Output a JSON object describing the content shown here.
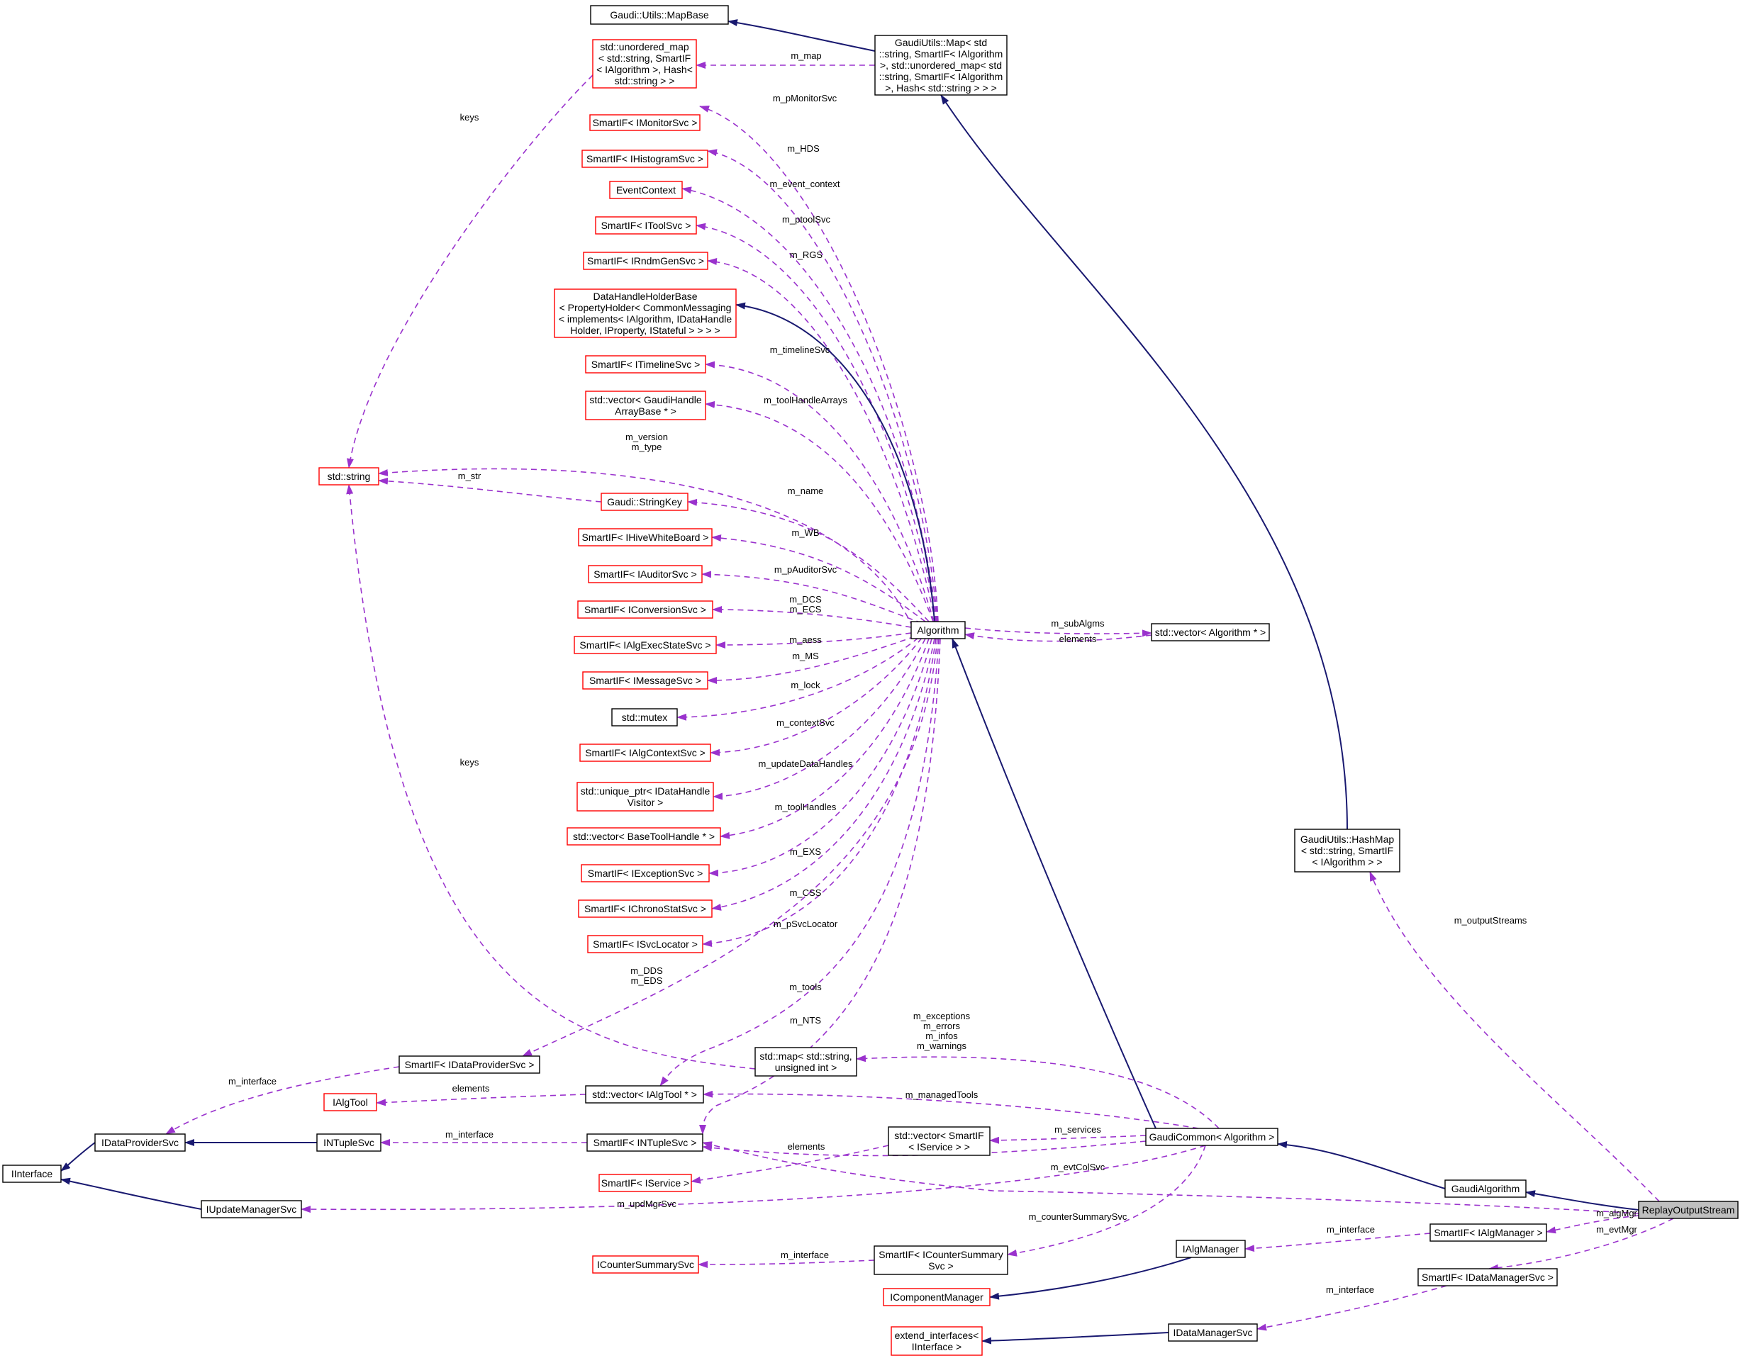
{
  "diagram": {
    "colors": {
      "complete_border": "#000000",
      "incomplete_border": "#ff0000",
      "inheritance_edge": "#191970",
      "usage_edge": "#9a32cd",
      "highlight_fill": "#bfbfbf",
      "text": "#000000"
    },
    "nodes": [
      {
        "id": "maputils",
        "lines": [
          "Gaudi::Utils::MapBase"
        ],
        "kind": "complete"
      },
      {
        "id": "gmap",
        "lines": [
          "GaudiUtils::Map< std",
          "::string, SmartIF< IAlgorithm",
          ">, std::unordered_map< std",
          "::string, SmartIF< IAlgorithm",
          ">, Hash< std::string > > >"
        ],
        "kind": "complete"
      },
      {
        "id": "umap",
        "lines": [
          "std::unordered_map",
          "< std::string, SmartIF",
          "< IAlgorithm >, Hash<",
          "std::string > >"
        ],
        "kind": "incomplete"
      },
      {
        "id": "monsvc",
        "lines": [
          "SmartIF< IMonitorSvc >"
        ],
        "kind": "incomplete"
      },
      {
        "id": "histsvc",
        "lines": [
          "SmartIF< IHistogramSvc >"
        ],
        "kind": "incomplete"
      },
      {
        "id": "evctx",
        "lines": [
          "EventContext"
        ],
        "kind": "incomplete"
      },
      {
        "id": "toolsvc",
        "lines": [
          "SmartIF< IToolSvc >"
        ],
        "kind": "incomplete"
      },
      {
        "id": "rndm",
        "lines": [
          "SmartIF< IRndmGenSvc >"
        ],
        "kind": "incomplete"
      },
      {
        "id": "dhhb",
        "lines": [
          "DataHandleHolderBase",
          "< PropertyHolder< CommonMessaging",
          "< implements< IAlgorithm, IDataHandle",
          "Holder, IProperty, IStateful > > > >"
        ],
        "kind": "incomplete"
      },
      {
        "id": "timeline",
        "lines": [
          "SmartIF< ITimelineSvc >"
        ],
        "kind": "incomplete"
      },
      {
        "id": "ghab",
        "lines": [
          "std::vector< GaudiHandle",
          "ArrayBase * >"
        ],
        "kind": "incomplete"
      },
      {
        "id": "stdstring",
        "lines": [
          "std::string"
        ],
        "kind": "incomplete"
      },
      {
        "id": "strkey",
        "lines": [
          "Gaudi::StringKey"
        ],
        "kind": "incomplete"
      },
      {
        "id": "hivewb",
        "lines": [
          "SmartIF< IHiveWhiteBoard >"
        ],
        "kind": "incomplete"
      },
      {
        "id": "auditor",
        "lines": [
          "SmartIF< IAuditorSvc >"
        ],
        "kind": "incomplete"
      },
      {
        "id": "convsvc",
        "lines": [
          "SmartIF< IConversionSvc >"
        ],
        "kind": "incomplete"
      },
      {
        "id": "execstate",
        "lines": [
          "SmartIF< IAlgExecStateSvc >"
        ],
        "kind": "incomplete"
      },
      {
        "id": "msgsvc",
        "lines": [
          "SmartIF< IMessageSvc >"
        ],
        "kind": "incomplete"
      },
      {
        "id": "mutex",
        "lines": [
          "std::mutex"
        ],
        "kind": "complete"
      },
      {
        "id": "algctx",
        "lines": [
          "SmartIF< IAlgContextSvc >"
        ],
        "kind": "incomplete"
      },
      {
        "id": "uptr",
        "lines": [
          "std::unique_ptr< IDataHandle",
          "Visitor >"
        ],
        "kind": "incomplete"
      },
      {
        "id": "btool",
        "lines": [
          "std::vector< BaseToolHandle * >"
        ],
        "kind": "incomplete"
      },
      {
        "id": "excsvc",
        "lines": [
          "SmartIF< IExceptionSvc >"
        ],
        "kind": "incomplete"
      },
      {
        "id": "chrono",
        "lines": [
          "SmartIF< IChronoStatSvc >"
        ],
        "kind": "incomplete"
      },
      {
        "id": "svcloc",
        "lines": [
          "SmartIF< ISvcLocator >"
        ],
        "kind": "incomplete"
      },
      {
        "id": "algorithm",
        "lines": [
          "Algorithm"
        ],
        "kind": "complete"
      },
      {
        "id": "vecalg",
        "lines": [
          "std::vector< Algorithm * >"
        ],
        "kind": "complete"
      },
      {
        "id": "hashmap",
        "lines": [
          "GaudiUtils::HashMap",
          "< std::string, SmartIF",
          "< IAlgorithm > >"
        ],
        "kind": "complete"
      },
      {
        "id": "sfdp",
        "lines": [
          "SmartIF< IDataProviderSvc >"
        ],
        "kind": "complete"
      },
      {
        "id": "mapsu",
        "lines": [
          "std::map< std::string,",
          "unsigned int >"
        ],
        "kind": "complete"
      },
      {
        "id": "ialgtool",
        "lines": [
          "IAlgTool"
        ],
        "kind": "incomplete"
      },
      {
        "id": "vecialg",
        "lines": [
          "std::vector< IAlgTool * >"
        ],
        "kind": "complete"
      },
      {
        "id": "idps",
        "lines": [
          "IDataProviderSvc"
        ],
        "kind": "complete"
      },
      {
        "id": "intupsvc",
        "lines": [
          "INTupleSvc"
        ],
        "kind": "complete"
      },
      {
        "id": "sfnt",
        "lines": [
          "SmartIF< INTupleSvc >"
        ],
        "kind": "complete"
      },
      {
        "id": "vecsvc",
        "lines": [
          "std::vector< SmartIF",
          "< IService > >"
        ],
        "kind": "complete"
      },
      {
        "id": "gcommon",
        "lines": [
          "GaudiCommon< Algorithm >"
        ],
        "kind": "complete"
      },
      {
        "id": "iinterface",
        "lines": [
          "IInterface"
        ],
        "kind": "complete"
      },
      {
        "id": "sfiservice",
        "lines": [
          "SmartIF< IService >"
        ],
        "kind": "incomplete"
      },
      {
        "id": "gaudialg",
        "lines": [
          "GaudiAlgorithm"
        ],
        "kind": "complete"
      },
      {
        "id": "replay",
        "lines": [
          "ReplayOutputStream"
        ],
        "kind": "highlight"
      },
      {
        "id": "iupdmgr",
        "lines": [
          "IUpdateManagerSvc"
        ],
        "kind": "complete"
      },
      {
        "id": "sfalgmgr",
        "lines": [
          "SmartIF< IAlgManager >"
        ],
        "kind": "complete"
      },
      {
        "id": "ialgmgr",
        "lines": [
          "IAlgManager"
        ],
        "kind": "complete"
      },
      {
        "id": "icounter",
        "lines": [
          "ICounterSummarySvc"
        ],
        "kind": "incomplete"
      },
      {
        "id": "sfcounter",
        "lines": [
          "SmartIF< ICounterSummary",
          "Svc >"
        ],
        "kind": "complete"
      },
      {
        "id": "sfdms",
        "lines": [
          "SmartIF< IDataManagerSvc >"
        ],
        "kind": "complete"
      },
      {
        "id": "icompmgr",
        "lines": [
          "IComponentManager"
        ],
        "kind": "incomplete"
      },
      {
        "id": "extif",
        "lines": [
          "extend_interfaces<",
          "IInterface >"
        ],
        "kind": "incomplete"
      },
      {
        "id": "idms",
        "lines": [
          "IDataManagerSvc"
        ],
        "kind": "complete"
      }
    ],
    "edge_labels": [
      {
        "id": "lbl-m-map",
        "lines": [
          "m_map"
        ]
      },
      {
        "id": "lbl-keys-1",
        "lines": [
          "keys"
        ]
      },
      {
        "id": "lbl-monitor",
        "lines": [
          "m_pMonitorSvc"
        ]
      },
      {
        "id": "lbl-hds",
        "lines": [
          "m_HDS"
        ]
      },
      {
        "id": "lbl-evctx",
        "lines": [
          "m_event_context"
        ]
      },
      {
        "id": "lbl-ptool",
        "lines": [
          "m_ptoolSvc"
        ]
      },
      {
        "id": "lbl-rgs",
        "lines": [
          "m_RGS"
        ]
      },
      {
        "id": "lbl-timeline",
        "lines": [
          "m_timelineSvc"
        ]
      },
      {
        "id": "lbl-toolarr",
        "lines": [
          "m_toolHandleArrays"
        ]
      },
      {
        "id": "lbl-version",
        "lines": [
          "m_version",
          "m_type"
        ]
      },
      {
        "id": "lbl-str",
        "lines": [
          "m_str"
        ]
      },
      {
        "id": "lbl-name",
        "lines": [
          "m_name"
        ]
      },
      {
        "id": "lbl-wb",
        "lines": [
          "m_WB"
        ]
      },
      {
        "id": "lbl-auditor",
        "lines": [
          "m_pAuditorSvc"
        ]
      },
      {
        "id": "lbl-dcs",
        "lines": [
          "m_DCS",
          "m_ECS"
        ]
      },
      {
        "id": "lbl-subalg",
        "lines": [
          "m_subAlgms"
        ]
      },
      {
        "id": "lbl-elements-1",
        "lines": [
          "elements"
        ]
      },
      {
        "id": "lbl-aess",
        "lines": [
          "m_aess"
        ]
      },
      {
        "id": "lbl-ms",
        "lines": [
          "m_MS"
        ]
      },
      {
        "id": "lbl-lock",
        "lines": [
          "m_lock"
        ]
      },
      {
        "id": "lbl-ctxsvc",
        "lines": [
          "m_contextSvc"
        ]
      },
      {
        "id": "lbl-keys-2",
        "lines": [
          "keys"
        ]
      },
      {
        "id": "lbl-upd",
        "lines": [
          "m_updateDataHandles"
        ]
      },
      {
        "id": "lbl-toolh",
        "lines": [
          "m_toolHandles"
        ]
      },
      {
        "id": "lbl-exs",
        "lines": [
          "m_EXS"
        ]
      },
      {
        "id": "lbl-outstreams",
        "lines": [
          "m_outputStreams"
        ]
      },
      {
        "id": "lbl-css",
        "lines": [
          "m_CSS"
        ]
      },
      {
        "id": "lbl-svcloc",
        "lines": [
          "m_pSvcLocator"
        ]
      },
      {
        "id": "lbl-dds",
        "lines": [
          "m_DDS",
          "m_EDS"
        ]
      },
      {
        "id": "lbl-tools",
        "lines": [
          "m_tools"
        ]
      },
      {
        "id": "lbl-exceptions",
        "lines": [
          "m_exceptions",
          "m_errors",
          "m_infos",
          "m_warnings"
        ]
      },
      {
        "id": "lbl-nts",
        "lines": [
          "m_NTS"
        ]
      },
      {
        "id": "lbl-iface-1",
        "lines": [
          "m_interface"
        ]
      },
      {
        "id": "lbl-elements-2",
        "lines": [
          "elements"
        ]
      },
      {
        "id": "lbl-managed",
        "lines": [
          "m_managedTools"
        ]
      },
      {
        "id": "lbl-services",
        "lines": [
          "m_services"
        ]
      },
      {
        "id": "lbl-iface-2",
        "lines": [
          "m_interface"
        ]
      },
      {
        "id": "lbl-elements-3",
        "lines": [
          "elements"
        ]
      },
      {
        "id": "lbl-evtcol",
        "lines": [
          "m_evtColSvc"
        ]
      },
      {
        "id": "lbl-updmgr",
        "lines": [
          "m_updMgrSvc"
        ]
      },
      {
        "id": "lbl-algmgr",
        "lines": [
          "m_algMgr"
        ]
      },
      {
        "id": "lbl-evtmgr",
        "lines": [
          "m_evtMgr"
        ]
      },
      {
        "id": "lbl-countersvc",
        "lines": [
          "m_counterSummarySvc"
        ]
      },
      {
        "id": "lbl-iface-3",
        "lines": [
          "m_interface"
        ]
      },
      {
        "id": "lbl-iface-4",
        "lines": [
          "m_interface"
        ]
      },
      {
        "id": "lbl-iface-5",
        "lines": [
          "m_interface"
        ]
      }
    ]
  }
}
